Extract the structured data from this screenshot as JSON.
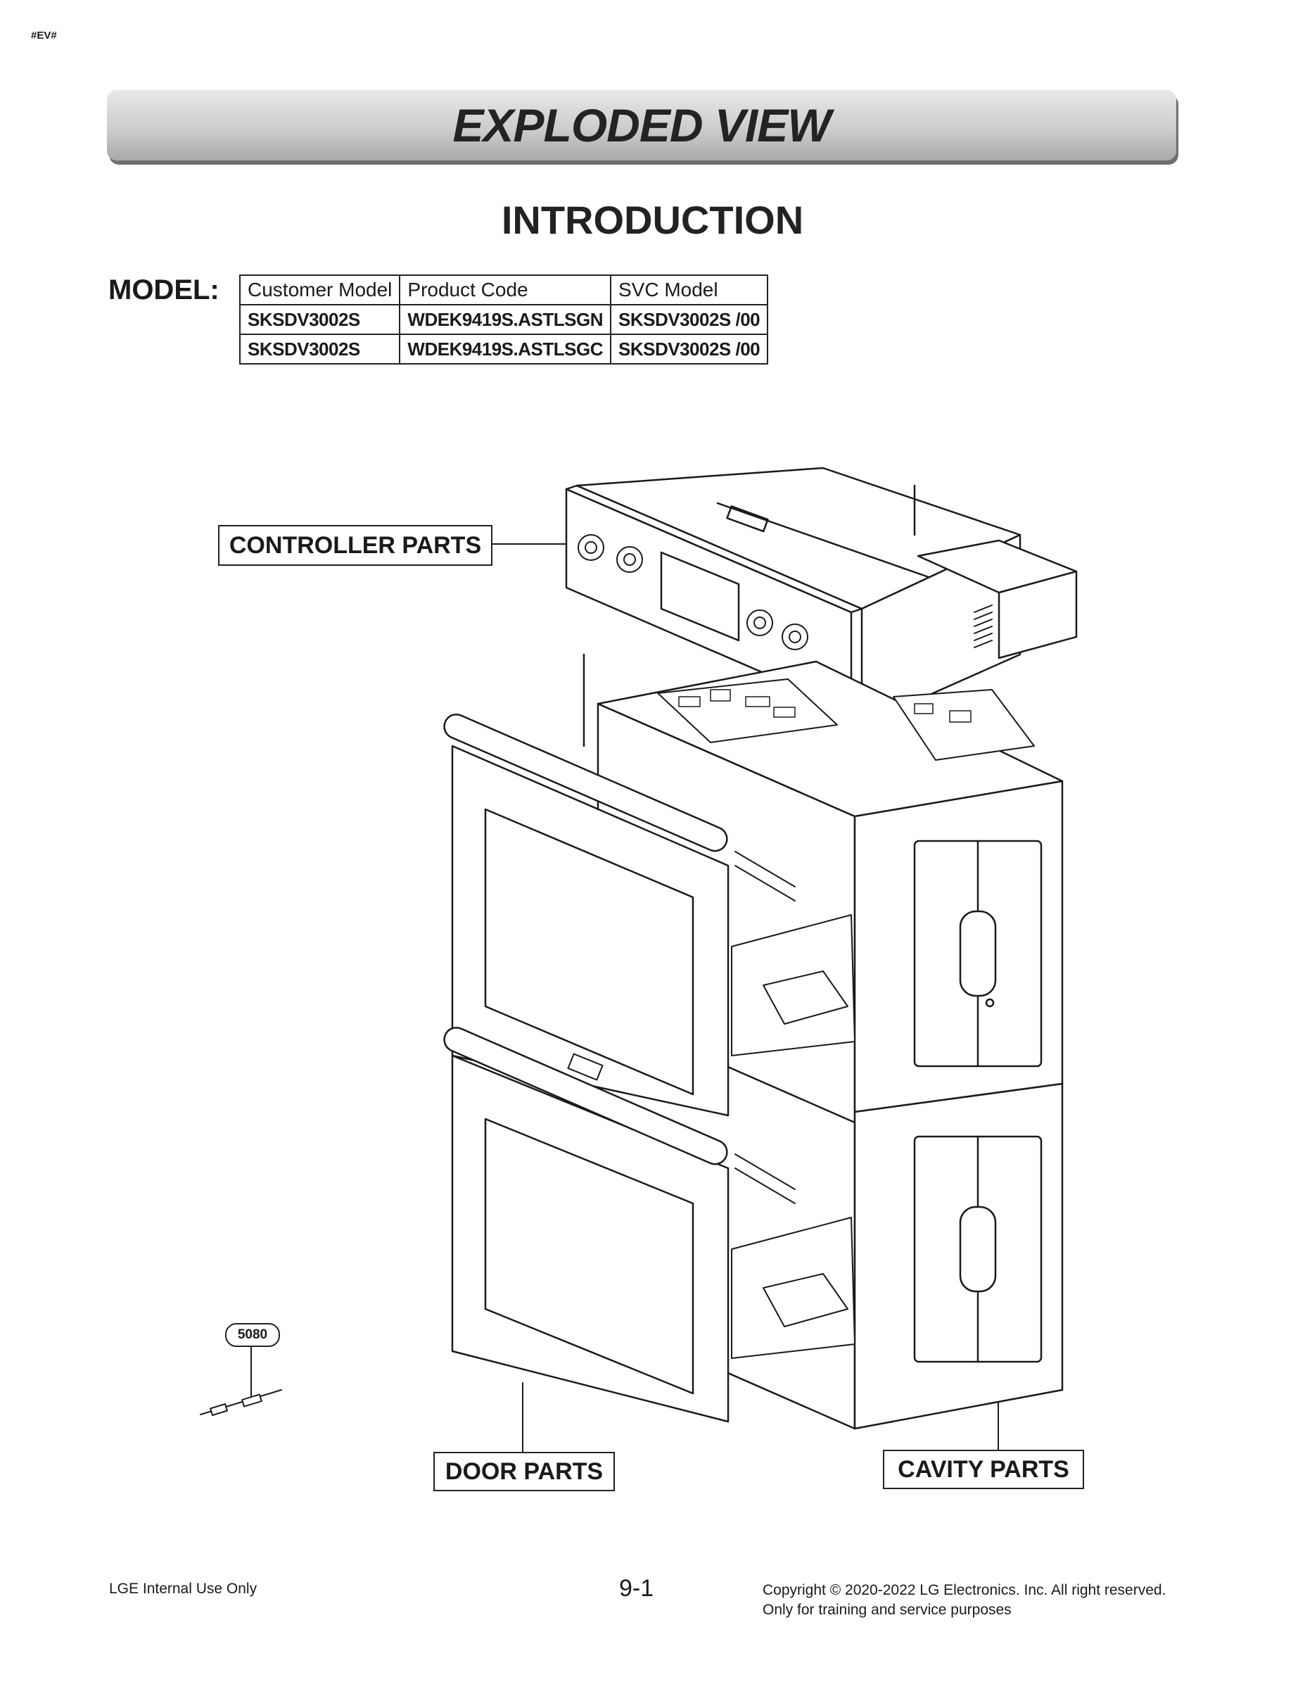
{
  "page_tag": "#EV#",
  "banner_title": "EXPLODED VIEW",
  "section_title": "INTRODUCTION",
  "model_label": "MODEL:",
  "model_table": {
    "headers": [
      "Customer Model",
      "Product Code",
      "SVC Model"
    ],
    "rows": [
      [
        "SKSDV3002S",
        "WDEK9419S.ASTLSGN",
        "SKSDV3002S /00"
      ],
      [
        "SKSDV3002S",
        "WDEK9419S.ASTLSGC",
        "SKSDV3002S /00"
      ]
    ]
  },
  "callouts": {
    "controller": "CONTROLLER PARTS",
    "door": "DOOR PARTS",
    "cavity": "CAVITY PARTS",
    "part_number": "5080"
  },
  "footer": {
    "left": "LGE Internal Use Only",
    "page_number": "9-1",
    "copyright": "Copyright © 2020-2022 LG Electronics. Inc. All right reserved.",
    "training": "Only for training and service purposes"
  }
}
